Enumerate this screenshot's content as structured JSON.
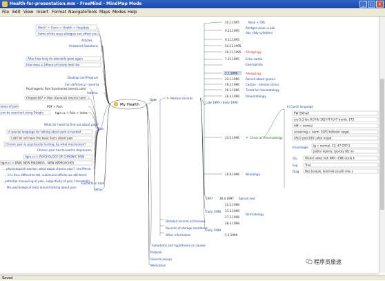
{
  "window": {
    "title": "Health-for-presentation.mm - FreeMind - MindMap Mode"
  },
  "menu": [
    "File",
    "Edit",
    "View",
    "Insert",
    "Format",
    "Navigate",
    "Tools",
    "Maps",
    "Modes",
    "Help"
  ],
  "status": "Saved",
  "watermark": "程序员旅途",
  "center": {
    "label": "My Health"
  },
  "left": {
    "top_items": [
      "Work? > Covin > Health > Hospitals",
      "Some of the ways allergies can affect you",
      "Articles",
      "Answered Questions"
    ],
    "pair": [
      "After how long do adenoids grow again",
      "How does a 24hour pH study look like"
    ],
    "desktop": "Desktop and Program",
    "iron": "Iron deficiency - anemia",
    "asthma": "Asthma",
    "psy": "Psychogenic Pain Syndromes (merck.com)",
    "chapter": "Chapter167 > Pain (General) (merck.com)",
    "pdf": "PDF > Pain",
    "ways": "ways of pain",
    "searched": "can be searched using Google",
    "tigin": "tigin.cc > Pain > Index",
    "pain_items": [
      "What do I want to find out about pain?",
      "A special language for talking about pain is needed",
      "I still do not have the basic facts about pain",
      "Chronic pain is psychically hurting; by what mechanism?",
      "Chronic pain has to lead to depression",
      "tigin.cc > PSYCHOLOGY OF CHRONIC PAIN",
      "tigin.cc > PAIN: NEW FINDINGS - NEW APPROACHES",
      "... physiological reaction, what about chronic pain?, see Merck",
      "... it is thus difficult to tell, subliminal effects are still there",
      "... potential measuring of pain, subjectivity of pain, traceability",
      "My psychological tests around talking about pain"
    ],
    "pain": "Pain",
    "eust": "Eustachian tube",
    "reflux": "Reflux"
  },
  "right": {
    "data": "Data",
    "medical": "Medical records",
    "period": "Late 1995 / Early 1996",
    "records": [
      {
        "date": "20.2.1995",
        "label": "Nose + ORL"
      },
      {
        "date": "9.11.1995",
        "label": "Rentgen prsou a plic"
      },
      {
        "date": "",
        "label": "Aby vždy vyšetřeni"
      },
      {
        "date": "9.11.1995",
        "label": ""
      },
      {
        "date": "24.11.1995",
        "label": ""
      },
      {
        "date": "29.11.1995",
        "label": "Allergology"
      },
      {
        "date": "7.12.1995",
        "label": "Echo-cardio"
      },
      {
        "date": "",
        "label": "Eosinophilia"
      },
      {
        "date": "2.1.1996",
        "label": "Allergology"
      },
      {
        "date": "22.1.1996",
        "label": "Record about lyposin"
      },
      {
        "date": "19.2.1996",
        "label": "Carbon - internal clinics"
      },
      {
        "date": "29.2.1996",
        "label": "Ticket for rheumatology"
      },
      {
        "date": "16.4.1996",
        "label": "Rheumatology"
      }
    ],
    "rheum_date": "23.5.1996",
    "rheum_check": "Check at rheumatology",
    "czech": "In Czech language",
    "details": [
      "FW 28/hod",
      "ery 5,1 leu 8,0 Hb 162 HT 0,47 tromb. 172",
      "diff = normal",
      "screening = norm. ELFO bilkovin negat.",
      "ASLO pod 200 Latex negat.",
      "Ig = normal. C3: 47   CRP 2",
      "pošlo regiony, typicky těž ne",
      "Hlední nález nah NKH i EKK ocela k",
      "Trvá",
      "Bez terapie, kontrola za půl roku s"
    ],
    "immuno": "Imunologie",
    "ob": "Ob.",
    "diag": "Diag.",
    "fu": "Fup.",
    "neuro_date": "16.8.1996",
    "neuro": "Neurology",
    "year1997": "1997",
    "d1997": "30.4.1997",
    "spirom": "Spirum test",
    "early1998": "Early 1998",
    "d98": [
      "11.2.1998",
      "13.3.1998",
      "27.3.1998",
      "28.3.1998"
    ],
    "derm": "Dermatology",
    "early1999": "Early 1999",
    "d99": "5.1.1999",
    "detailed": "Detailed records of illnesses",
    "storage": "Records of storage conditions",
    "other": "Other information",
    "symptoms": "Symptoms and hypotheses on causes",
    "problem": "Problem",
    "essays": "General essays",
    "medication": "Medication"
  }
}
